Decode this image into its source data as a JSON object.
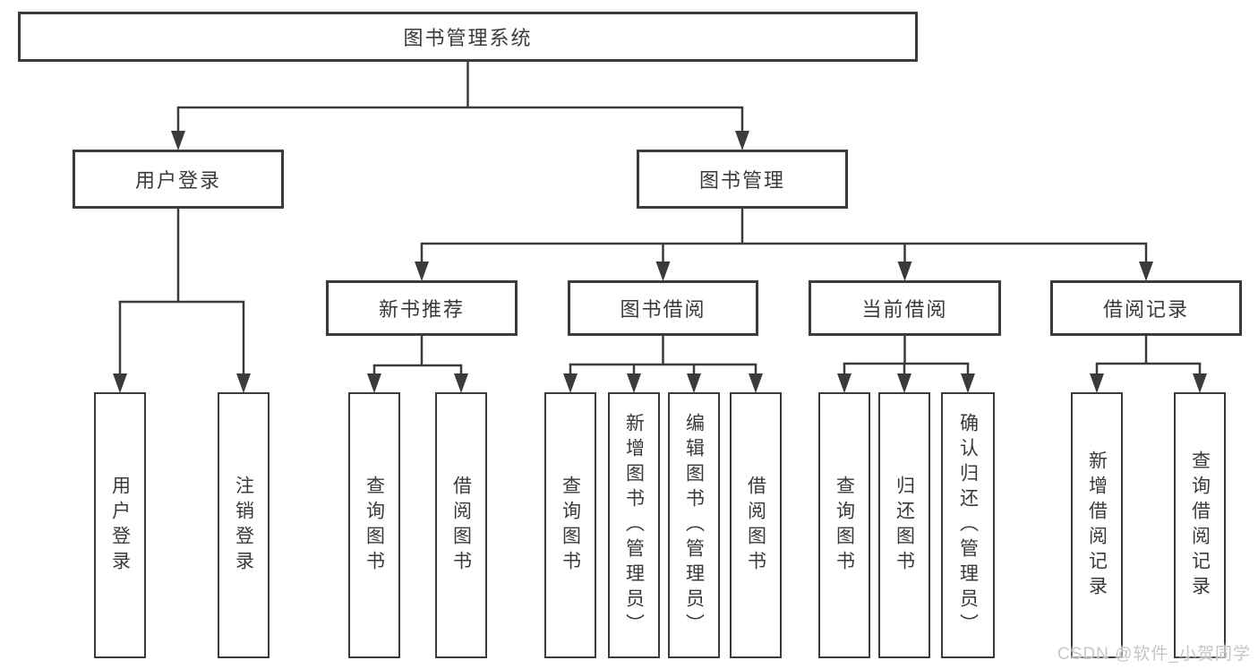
{
  "colors": {
    "line": "#3b3b3b",
    "text": "#3a3a3a",
    "background": "#ffffff",
    "watermark": "#c6c6c6"
  },
  "watermark": "CSDN @软件_小贺同学",
  "tree": {
    "label": "图书管理系统",
    "children": [
      {
        "label": "用户登录",
        "children": [
          {
            "label": "用户登录"
          },
          {
            "label": "注销登录"
          }
        ]
      },
      {
        "label": "图书管理",
        "children": [
          {
            "label": "新书推荐",
            "children": [
              {
                "label": "查询图书"
              },
              {
                "label": "借阅图书"
              }
            ]
          },
          {
            "label": "图书借阅",
            "children": [
              {
                "label": "查询图书"
              },
              {
                "label": "新增图书（管理员）"
              },
              {
                "label": "编辑图书（管理员）"
              },
              {
                "label": "借阅图书"
              }
            ]
          },
          {
            "label": "当前借阅",
            "children": [
              {
                "label": "查询图书"
              },
              {
                "label": "归还图书"
              },
              {
                "label": "确认归还（管理员）"
              }
            ]
          },
          {
            "label": "借阅记录",
            "children": [
              {
                "label": "新增借阅记录"
              },
              {
                "label": "查询借阅记录"
              }
            ]
          }
        ]
      }
    ]
  }
}
